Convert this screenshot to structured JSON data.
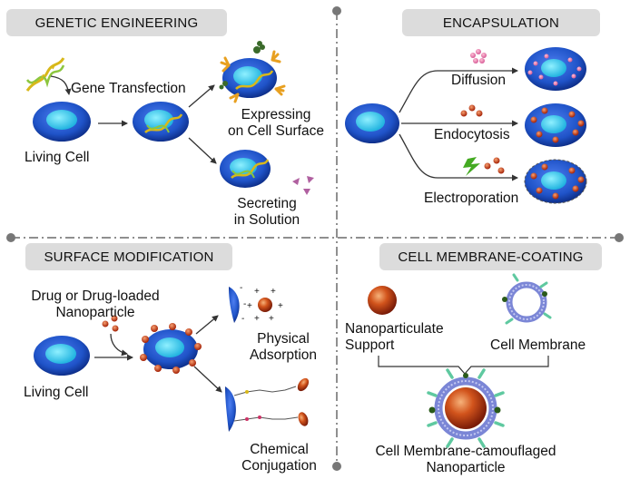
{
  "colors": {
    "header_bg": "#dcdcdc",
    "cell_body": "#1f53c8",
    "nucleus": "#36c8ea",
    "divider": "#6a6a6a",
    "nanoparticle": "#c0401a",
    "membrane_ring": "#7b86d6",
    "protein_spike": "#5fc9a0",
    "dna": "#d8b81a",
    "lightning": "#44aa22",
    "secreted_protein": "#b060a0",
    "antibody": "#e8a020"
  },
  "panels": {
    "genetic": {
      "title": "GENETIC ENGINEERING",
      "gene_transfection": "Gene Transfection",
      "living_cell": "Living Cell",
      "expressing_line1": "Expressing",
      "expressing_line2": "on Cell Surface",
      "secreting_line1": "Secreting",
      "secreting_line2": "in Solution"
    },
    "encapsulation": {
      "title": "ENCAPSULATION",
      "diffusion": "Diffusion",
      "endocytosis": "Endocytosis",
      "electroporation": "Electroporation"
    },
    "surface": {
      "title": "SURFACE MODIFICATION",
      "drug_line1": "Drug or Drug-loaded",
      "drug_line2": "Nanoparticle",
      "living_cell": "Living Cell",
      "physical_line1": "Physical",
      "physical_line2": "Adsorption",
      "chemical_line1": "Chemical",
      "chemical_line2": "Conjugation"
    },
    "membrane": {
      "title": "CELL MEMBRANE-COATING",
      "support_line1": "Nanoparticulate",
      "support_line2": "Support",
      "cell_membrane": "Cell Membrane",
      "result_line1": "Cell Membrane-camouflaged",
      "result_line2": "Nanoparticle"
    }
  }
}
